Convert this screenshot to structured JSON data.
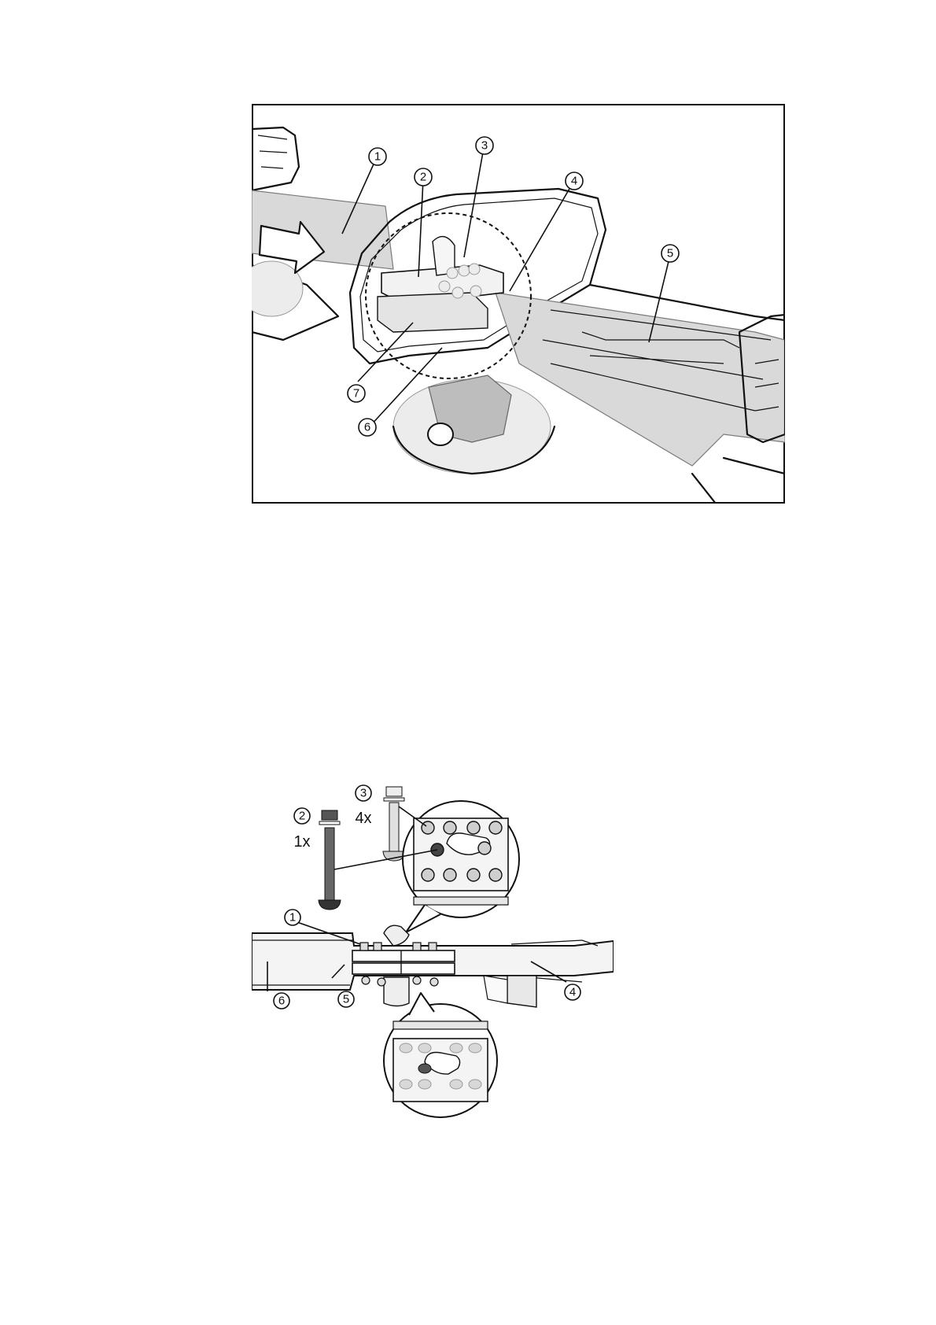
{
  "figure1": {
    "callouts": [
      "1",
      "2",
      "3",
      "4",
      "5",
      "6",
      "7"
    ]
  },
  "figure2": {
    "callouts": [
      "1",
      "2",
      "3",
      "4",
      "5",
      "6"
    ],
    "bolt_qty_2": "1x",
    "bolt_qty_3": "4x"
  }
}
